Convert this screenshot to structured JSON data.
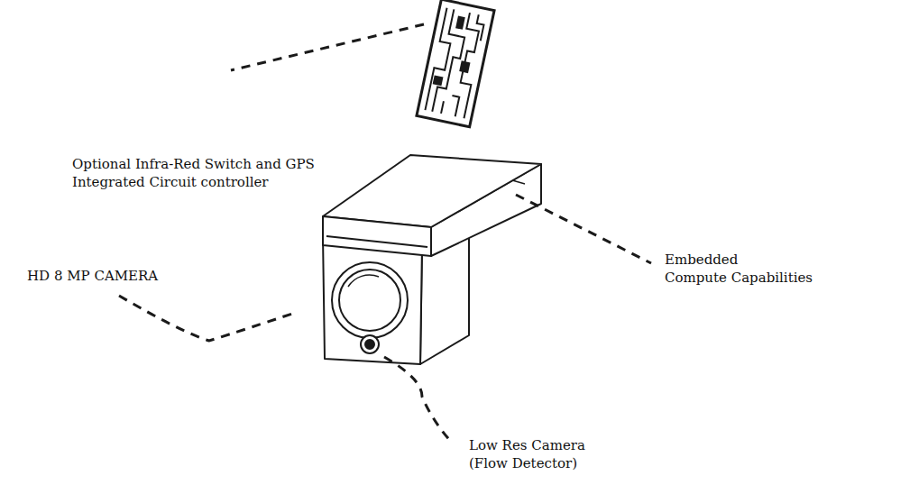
{
  "diagram": {
    "labels": [
      "Optional Infra-Red Switch and GPS Integrated Circuit controller",
      "Embedded Compute Capabilities",
      "HD 8 MP CAMERA",
      "Low Res Camera (Flow Detector)"
    ]
  }
}
